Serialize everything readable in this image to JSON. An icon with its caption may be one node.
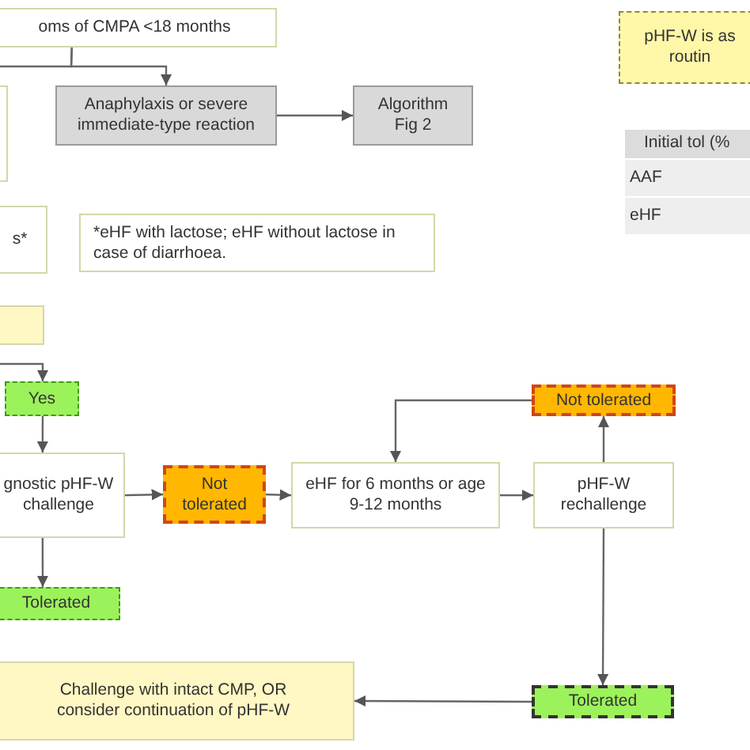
{
  "diagram": {
    "nodes": [
      {
        "text": [
          "oms of CMPA <18 months"
        ]
      },
      {
        "text": [
          "Anaphylaxis or severe immediate-type reaction"
        ]
      },
      {
        "text": [
          "Algorithm Fig 2"
        ]
      },
      {
        "text": [],
        "shape": "box"
      },
      {
        "text": [
          "s*"
        ]
      },
      {
        "text": [
          "*eHF with lactose; eHF without lactose in case of diarrhoea."
        ]
      },
      {
        "text": [],
        "shape": "box"
      },
      {
        "text": [
          "Yes"
        ]
      },
      {
        "text": [
          "gnostic pHF-W challenge"
        ]
      },
      {
        "text": [
          "Not tolerated"
        ]
      },
      {
        "text": [
          "eHF for 6 months or age 9-12 months"
        ]
      },
      {
        "text": [
          "pHF-W rechallenge"
        ]
      },
      {
        "text": [
          "Not tolerated"
        ]
      },
      {
        "text": [
          "Tolerated"
        ]
      },
      {
        "text": [
          "Challenge with intact CMP, OR consider continuation of pHF-W"
        ]
      },
      {
        "text": [
          "Tolerated"
        ]
      },
      {
        "text": [
          "pHF-W is as routin"
        ]
      }
    ],
    "edges": [
      {
        "from": 0,
        "to": 1,
        "arrow": "to"
      },
      {
        "from": 0,
        "to": null,
        "arrow": "none"
      },
      {
        "from": 1,
        "to": 2,
        "arrow": "to"
      },
      {
        "from": null,
        "to": 7,
        "arrow": "to"
      },
      {
        "from": 7,
        "to": 8,
        "arrow": "to"
      },
      {
        "from": 8,
        "to": 9,
        "arrow": "to"
      },
      {
        "from": 9,
        "to": 10,
        "arrow": "to"
      },
      {
        "from": 10,
        "to": 11,
        "arrow": "to"
      },
      {
        "from": 11,
        "to": 12,
        "arrow": "to"
      },
      {
        "from": 12,
        "to": 10,
        "arrow": "to"
      },
      {
        "from": 11,
        "to": 15,
        "arrow": "to"
      },
      {
        "from": 15,
        "to": 14,
        "arrow": "to"
      },
      {
        "from": 8,
        "to": 13,
        "arrow": "to"
      }
    ],
    "labels": [
      "Initial tol (%",
      "AAF",
      "eHF"
    ]
  }
}
